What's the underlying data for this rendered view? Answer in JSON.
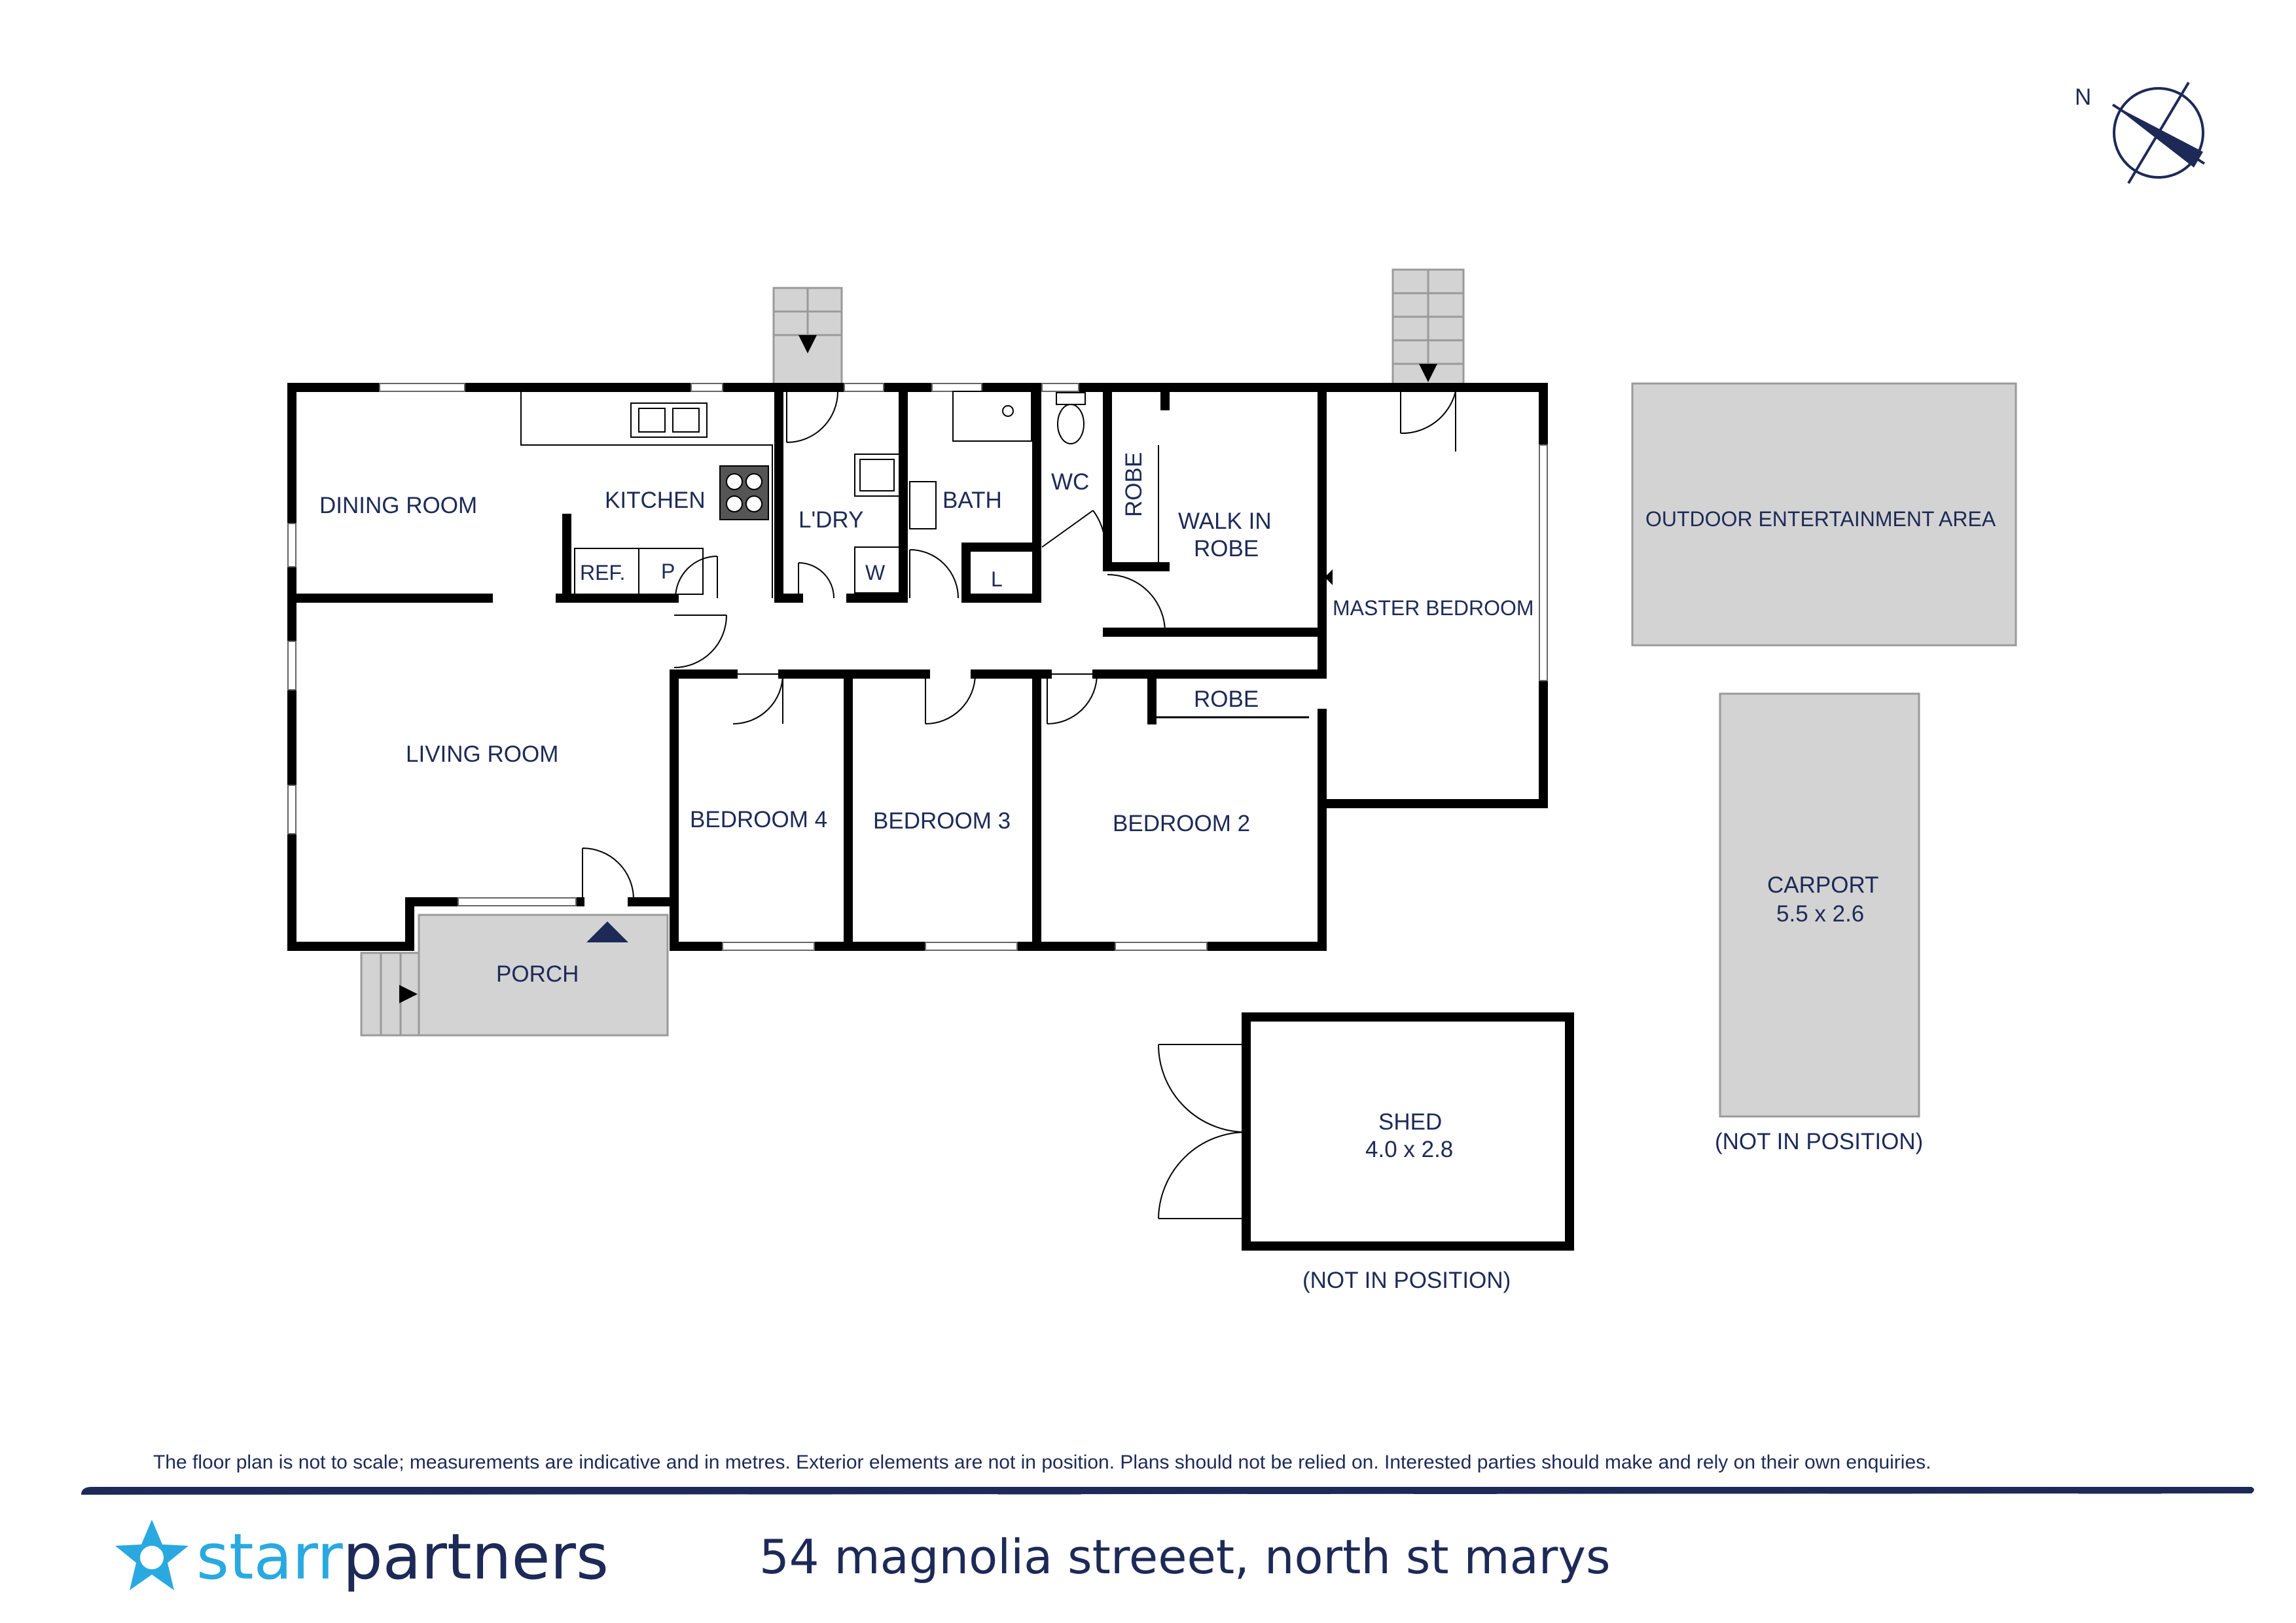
{
  "rooms": {
    "dining": "DINING ROOM",
    "kitchen": "KITCHEN",
    "laundry": "L'DRY",
    "bath": "BATH",
    "wc": "WC",
    "robe_vertical": "ROBE",
    "walk_in_robe_line1": "WALK IN",
    "walk_in_robe_line2": "ROBE",
    "master": "MASTER BEDROOM",
    "living": "LIVING ROOM",
    "bed4": "BEDROOM 4",
    "bed3": "BEDROOM 3",
    "bed2": "BEDROOM 2",
    "robe_bed2": "ROBE",
    "porch": "PORCH",
    "ref": "REF.",
    "pantry": "P",
    "washer": "W",
    "linen": "L"
  },
  "exterior": {
    "outdoor": "OUTDOOR ENTERTAINMENT AREA",
    "carport": "CARPORT",
    "carport_size": "5.5 x 2.6",
    "carport_note": "(NOT IN POSITION)",
    "shed": "SHED",
    "shed_size": "4.0 x 2.8",
    "shed_note": "(NOT IN POSITION)"
  },
  "compass": {
    "north": "N"
  },
  "footer": {
    "disclaimer": "The floor plan is not to scale; measurements are indicative and in metres. Exterior elements are not in position. Plans should not be relied on. Interested parties should make and rely on their own enquiries.",
    "brand_part1": "starr",
    "brand_part2": "partners",
    "address": "54 magnolia streeet, north st marys"
  },
  "colors": {
    "navy": "#1d2a57",
    "wall": "#000000",
    "exterior_fill": "#d3d3d3",
    "brand_cyan": "#29a9e0"
  }
}
